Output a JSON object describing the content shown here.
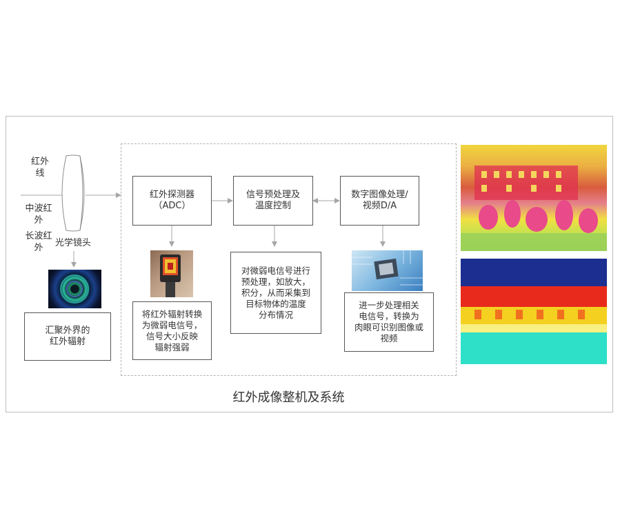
{
  "caption": "红外成像整机及系统",
  "inputs": {
    "ir_line": "红外\n线",
    "mid_wave": "中波红\n外",
    "long_wave": "长波红\n外",
    "lens_label": "光学镜头"
  },
  "boxes": {
    "converge": "汇聚外界的\n红外辐射",
    "detector": "红外探测器\n（ADC）",
    "detector_desc": "将红外辐射转换\n为微弱电信号，\n信号大小反映\n辐射强弱",
    "preprocess": "信号预处理及\n温度控制",
    "preprocess_desc": "对微弱电信号进行\n预处理，如放大，\n积分，从而采集到\n目标物体的温度\n分布情况",
    "digital": "数字图像处理/\n视频D/A",
    "digital_desc": "进一步处理相关\n电信号，转换为\n肉眼可识别图像或\n视频"
  },
  "colors": {
    "arrow": "#a6a6a6",
    "box_border": "#555555",
    "dashed_border": "#b3b3b3"
  }
}
